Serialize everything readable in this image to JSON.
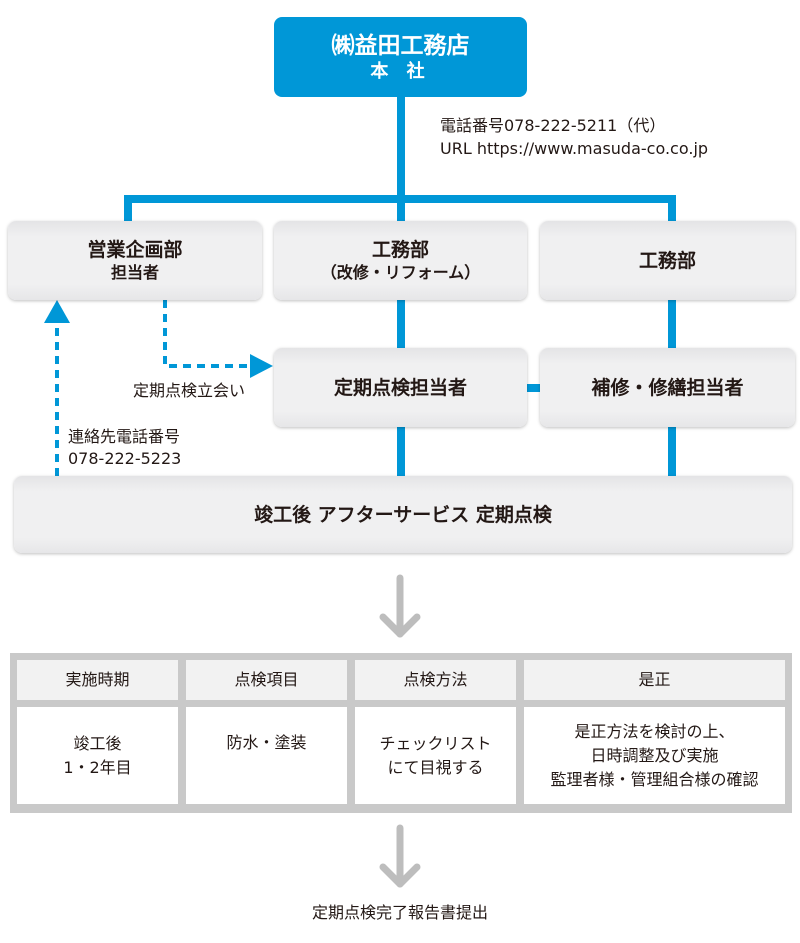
{
  "headquarters": {
    "name": "㈱益田工務店",
    "sub": "本 社"
  },
  "contact": {
    "phone": "電話番号078-222-5211（代）",
    "url": "URL https://www.masuda-co.co.jp"
  },
  "departments": [
    {
      "name": "営業企画部",
      "sub": "担当者"
    },
    {
      "name": "工務部",
      "sub": "（改修・リフォーム）"
    },
    {
      "name": "工務部"
    }
  ],
  "staff": [
    {
      "name": "定期点検担当者"
    },
    {
      "name": "補修・修繕担当者"
    }
  ],
  "dashed_labels": {
    "inspection_attend": "定期点検立会い",
    "contact_title": "連絡先電話番号",
    "contact_phone": "078-222-5223"
  },
  "service_bar": "竣工後 アフターサービス 定期点検",
  "table": {
    "headers": [
      "実施時期",
      "点検項目",
      "点検方法",
      "是正"
    ],
    "rows": [
      [
        [
          "竣工後",
          "1・2年目"
        ],
        [
          "防水・塗装"
        ],
        [
          "チェックリスト",
          "にて目視する"
        ],
        [
          "是正方法を検討の上、",
          "日時調整及び実施",
          "監理者様・管理組合様の確認"
        ]
      ]
    ]
  },
  "final_step": "定期点検完了報告書提出",
  "colors": {
    "accent": "#0097d7",
    "arrow": "#bdbdbd",
    "table_border": "#c9c9c9"
  }
}
